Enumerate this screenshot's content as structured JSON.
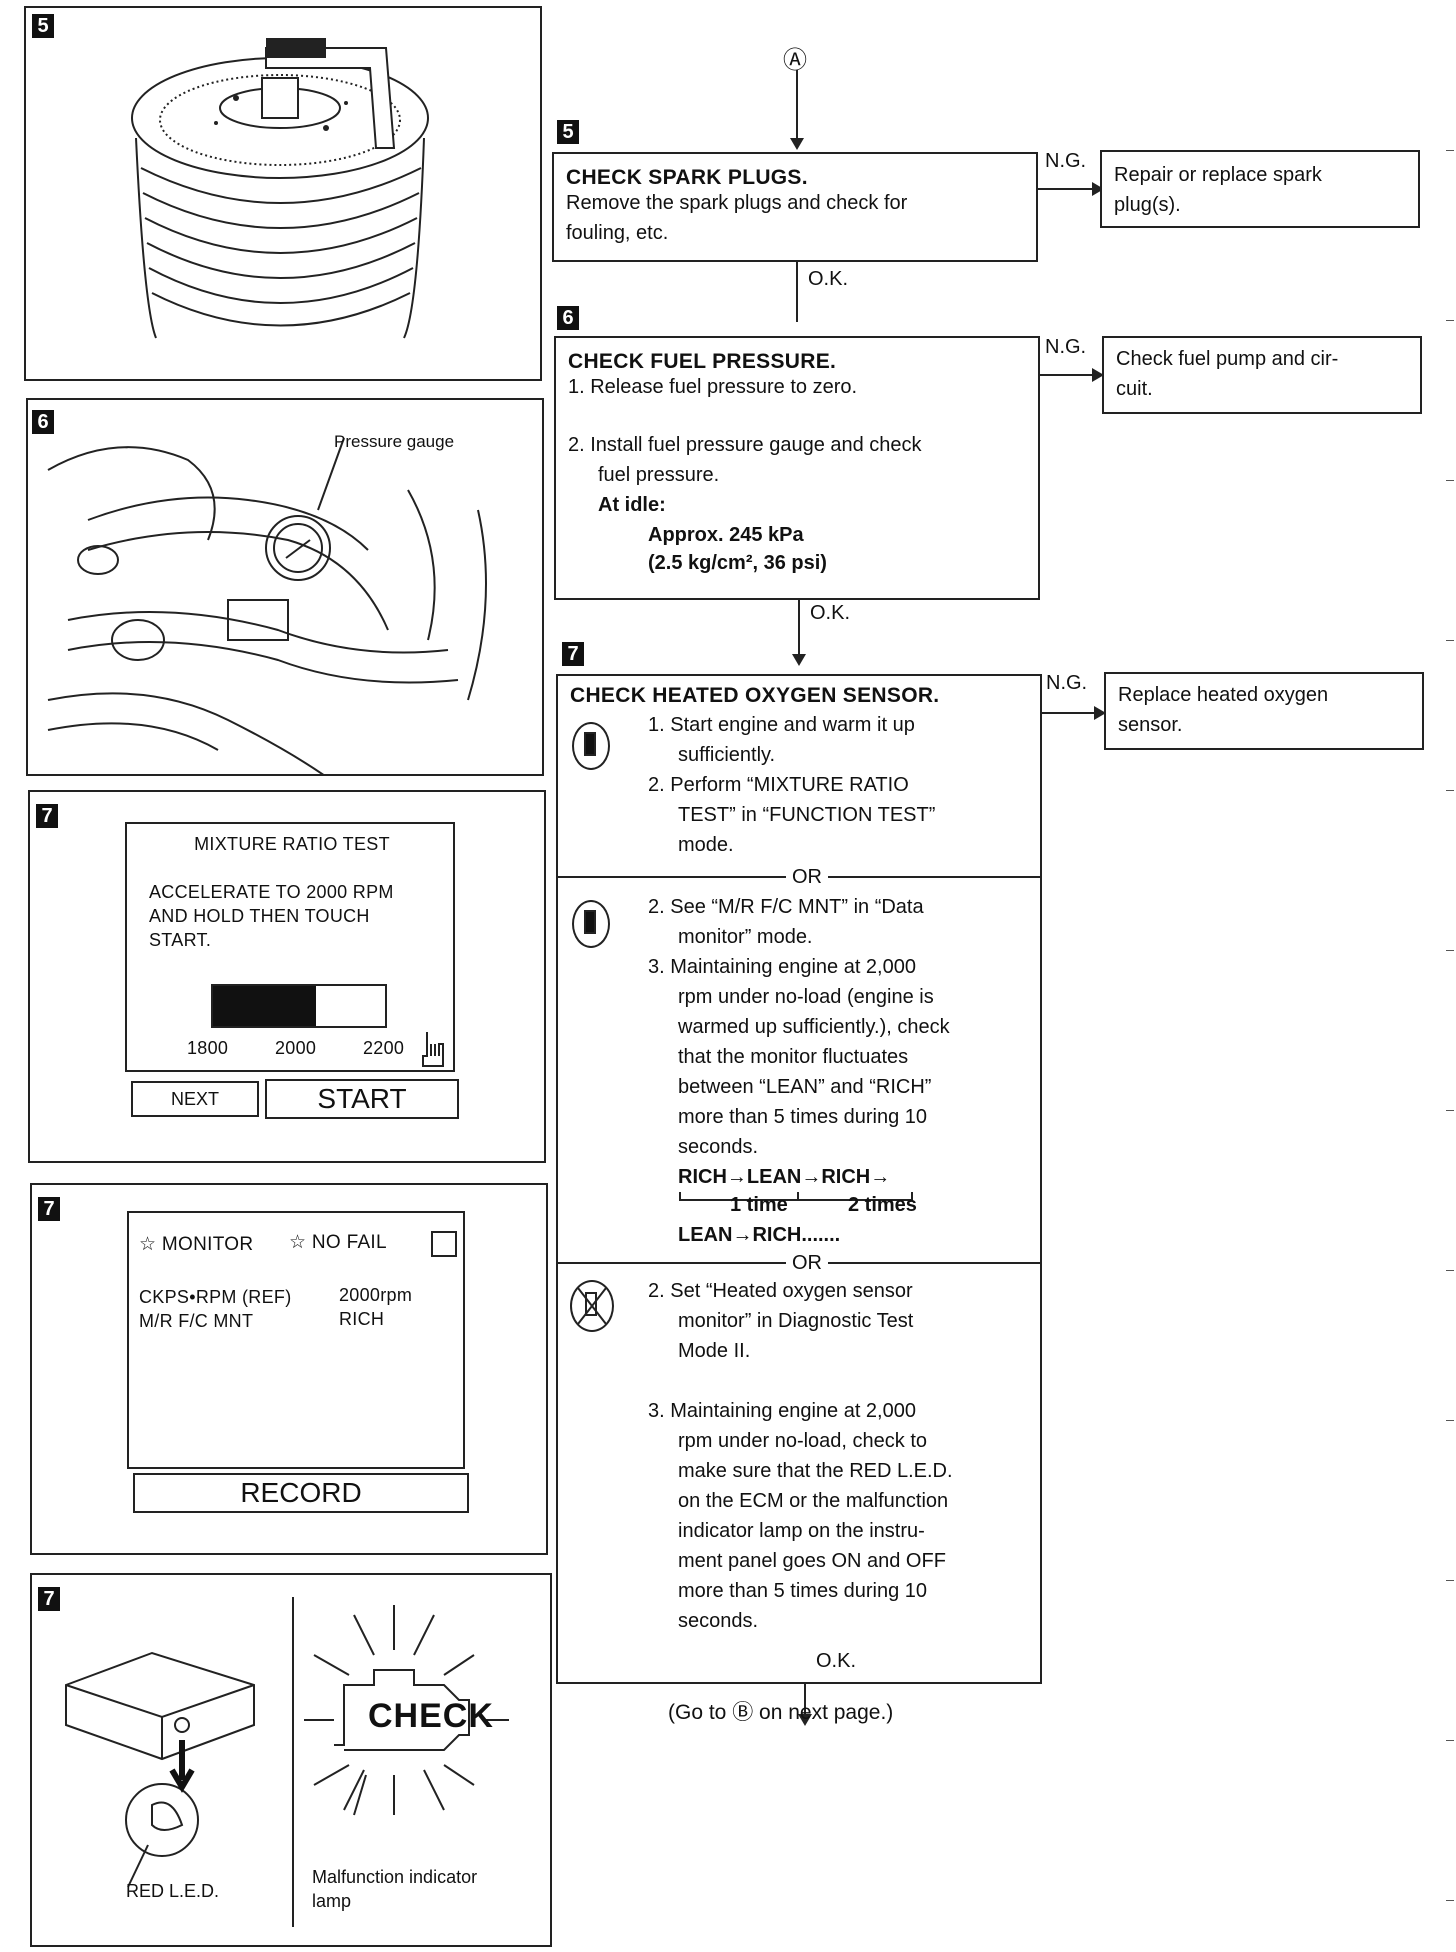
{
  "panels": {
    "p5": {
      "badge": "5"
    },
    "p6": {
      "badge": "6",
      "label": "Pressure gauge"
    },
    "p7a": {
      "badge": "7",
      "screen_title": "MIXTURE RATIO TEST",
      "instruction": [
        "ACCELERATE TO 2000 RPM",
        "AND HOLD THEN TOUCH",
        "START."
      ],
      "gauge": {
        "min_label": "1800",
        "mid_label": "2000",
        "max_label": "2200",
        "fill_fraction": 0.6
      },
      "next_label": "NEXT",
      "start_label": "START"
    },
    "p7b": {
      "badge": "7",
      "monitor_label": "☆ MONITOR",
      "nofail_label": "☆ NO FAIL",
      "rows": [
        {
          "name": "CKPS•RPM (REF)",
          "value": "2000rpm"
        },
        {
          "name": "M/R F/C MNT",
          "value": "RICH"
        }
      ],
      "record_label": "RECORD"
    },
    "p7c": {
      "badge": "7",
      "led_label": "RED L.E.D.",
      "check_text": "CHECK",
      "mil_label": [
        "Malfunction indicator",
        "lamp"
      ]
    }
  },
  "flow": {
    "start_marker": "Ⓐ",
    "step5": {
      "badge": "5",
      "title": "CHECK SPARK PLUGS.",
      "body": [
        "Remove the spark plugs and check for",
        "fouling, etc."
      ],
      "ng": "N.G.",
      "ng_action": [
        "Repair or replace spark",
        "plug(s)."
      ],
      "ok": "O.K."
    },
    "step6": {
      "badge": "6",
      "title": "CHECK FUEL PRESSURE.",
      "item1": "1. Release fuel pressure to zero.",
      "item2": [
        "2. Install fuel pressure gauge and check",
        "fuel pressure."
      ],
      "at_idle": "At idle:",
      "value1": "Approx. 245 kPa",
      "value2": "(2.5 kg/cm², 36 psi)",
      "ng": "N.G.",
      "ng_action": [
        "Check fuel pump and cir-",
        "cuit."
      ],
      "ok": "O.K."
    },
    "step7": {
      "badge": "7",
      "title": "CHECK HEATED OXYGEN SENSOR.",
      "a1": [
        "1. Start engine and warm it up",
        "sufficiently."
      ],
      "a2": [
        "2. Perform “MIXTURE RATIO",
        "TEST” in “FUNCTION TEST”",
        "mode."
      ],
      "or1": "OR",
      "b2": [
        "2. See “M/R F/C MNT” in “Data",
        "monitor” mode."
      ],
      "b3": [
        "3. Maintaining engine at 2,000",
        "rpm under no-load (engine is",
        "warmed up sufficiently.), check",
        "that the monitor fluctuates",
        "between “LEAN” and “RICH”",
        "more than 5 times during 10",
        "seconds."
      ],
      "seq1": "RICH→LEAN→RICH→",
      "once": "1 time",
      "twice": "2 times",
      "seq2": "LEAN→RICH.......",
      "or2": "OR",
      "c2": [
        "2. Set “Heated oxygen sensor",
        "monitor” in Diagnostic Test",
        "Mode II."
      ],
      "c3": [
        "3. Maintaining engine at 2,000",
        "rpm under no-load, check to",
        "make sure that the RED L.E.D.",
        "on the ECM or the malfunction",
        "indicator lamp on the instru-",
        "ment panel goes ON and OFF",
        "more than 5 times during 10",
        "seconds."
      ],
      "ng": "N.G.",
      "ng_action": [
        "Replace heated oxygen",
        "sensor."
      ],
      "ok": "O.K."
    },
    "goto": "(Go to Ⓑ on next page.)"
  },
  "colors": {
    "ink": "#111111",
    "paper": "#ffffff"
  }
}
